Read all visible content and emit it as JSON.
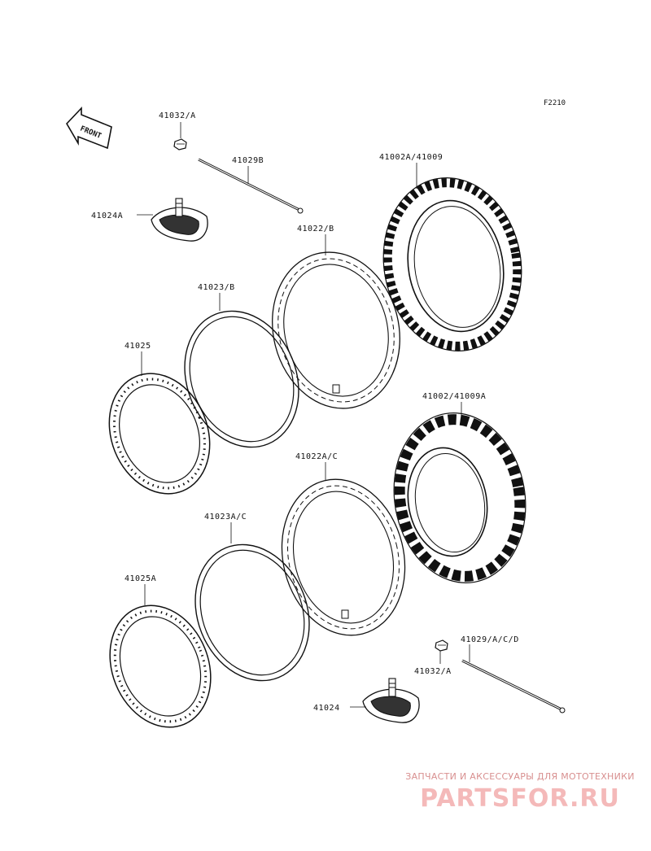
{
  "diagram_code": "F2210",
  "front_label": "FRONT",
  "callouts": {
    "valve_cap_top": "41032/A",
    "spoke_top": "41029B",
    "rim_band_top": "41024A",
    "tire_front": "41002A/41009",
    "tube_front": "41022/B",
    "rim_tape_front": "41023/B",
    "rim_front": "41025",
    "tire_rear": "41002/41009A",
    "tube_rear": "41022A/C",
    "rim_tape_rear": "41023A/C",
    "rim_rear": "41025A",
    "spoke_bottom": "41029/A/C/D",
    "valve_cap_bottom": "41032/A",
    "rim_band_bottom": "41024"
  },
  "watermark": {
    "tagline": "ЗАПЧАСТИ И АКСЕССУАРЫ ДЛЯ МОТОТЕХНИКИ",
    "logo": "PARTSFOR.RU"
  }
}
